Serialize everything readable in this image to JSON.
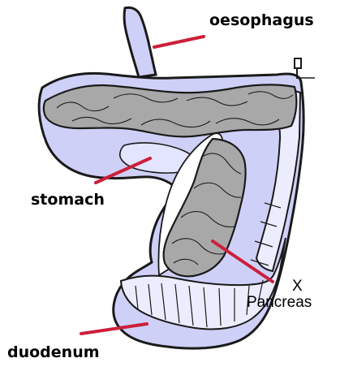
{
  "diagram": {
    "labels": {
      "oesophagus": "oesophagus",
      "stomach": "stomach",
      "duodenum": "duodenum",
      "x_marker": "X",
      "pancreas": "Pancreas"
    },
    "colors": {
      "organ_fill": "#cfd0f7",
      "organ_light": "#ececff",
      "outline": "#1a1a1a",
      "pancreas_fill": "#a8a8a8",
      "pointer_line": "#cc1f3a"
    }
  }
}
